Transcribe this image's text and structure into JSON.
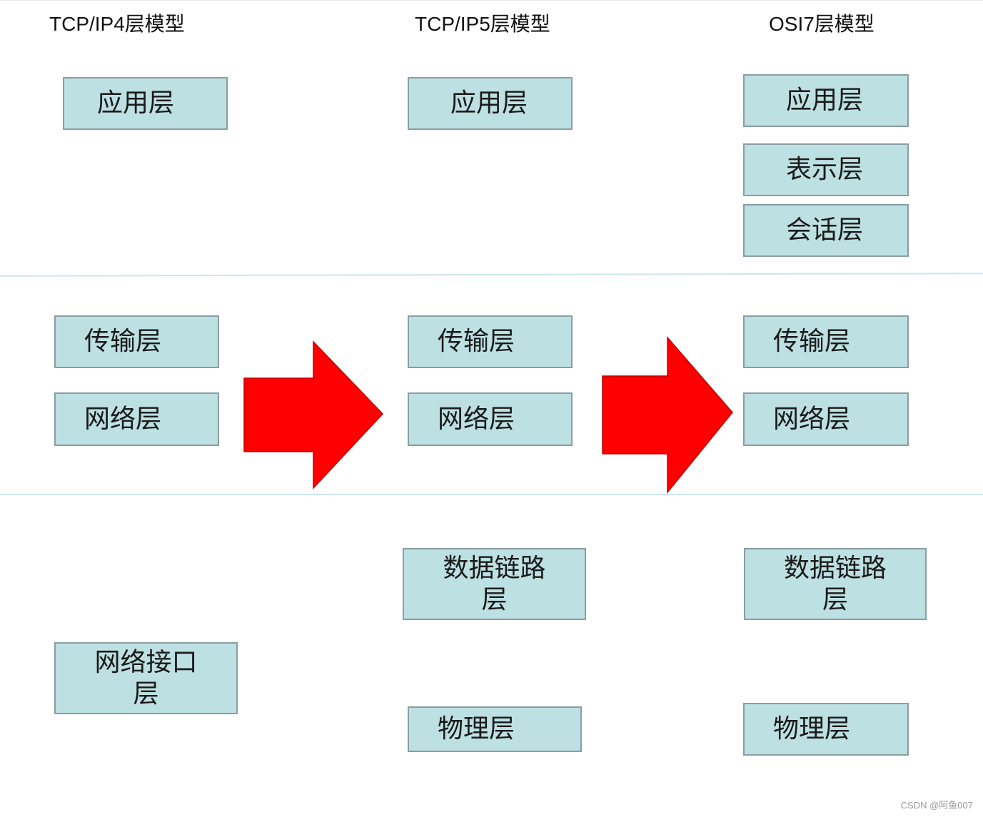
{
  "titles": {
    "tcpip4": "TCP/IP4层模型",
    "tcpip5": "TCP/IP5层模型",
    "osi7": "OSI7层模型"
  },
  "tcpip4": {
    "application": "应用层",
    "transport": "传输层",
    "network": "网络层",
    "network_interface": "网络接口层"
  },
  "tcpip5": {
    "application": "应用层",
    "transport": "传输层",
    "network": "网络层",
    "data_link": "数据链路层",
    "physical": "物理层"
  },
  "osi7": {
    "application": "应用层",
    "presentation": "表示层",
    "session": "会话层",
    "transport": "传输层",
    "network": "网络层",
    "data_link": "数据链路层",
    "physical": "物理层"
  },
  "colors": {
    "box_fill": "#bde0e3",
    "box_border": "#8a9ea1",
    "arrow": "#ff0000",
    "divider": "#cde6ea"
  },
  "watermark": "CSDN @阿鱼007"
}
